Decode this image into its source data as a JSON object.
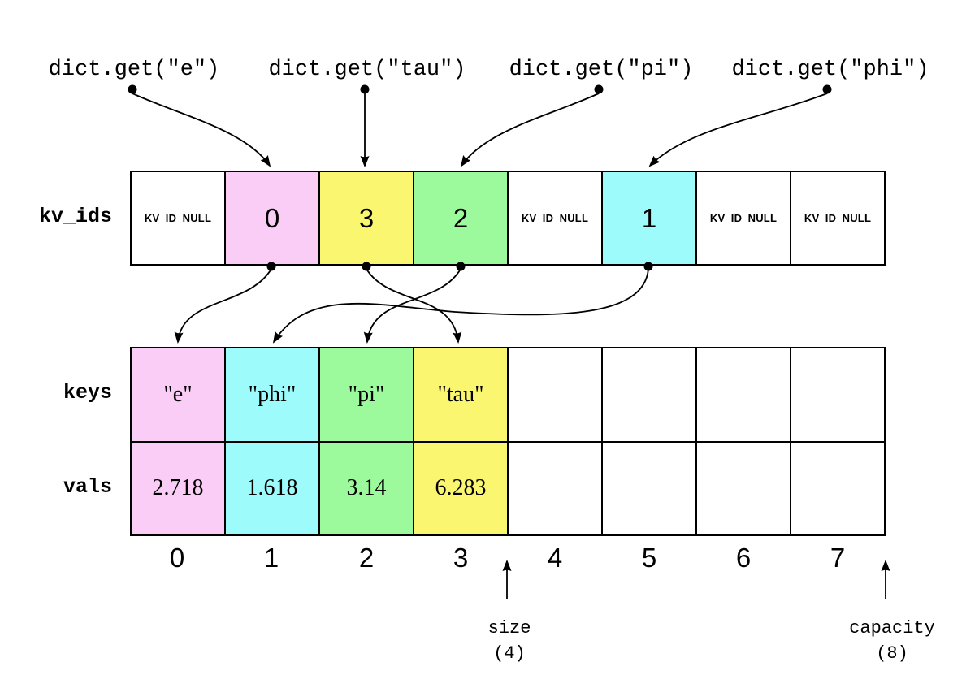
{
  "queries": [
    {
      "label": "dict.get(\"e\")"
    },
    {
      "label": "dict.get(\"tau\")"
    },
    {
      "label": "dict.get(\"pi\")"
    },
    {
      "label": "dict.get(\"phi\")"
    }
  ],
  "colors": {
    "pink": "#FACDF7",
    "yellow": "#FAF66F",
    "green": "#9CFA9C",
    "cyan": "#9EFBFB",
    "empty": "#FFFFFF"
  },
  "kv_ids_row": {
    "label": "kv_ids",
    "cells": [
      {
        "text": "KV_ID_NULL",
        "color": "#FFFFFF"
      },
      {
        "text": "0",
        "color": "#FACDF7"
      },
      {
        "text": "3",
        "color": "#FAF66F"
      },
      {
        "text": "2",
        "color": "#9CFA9C"
      },
      {
        "text": "KV_ID_NULL",
        "color": "#FFFFFF"
      },
      {
        "text": "1",
        "color": "#9EFBFB"
      },
      {
        "text": "KV_ID_NULL",
        "color": "#FFFFFF"
      },
      {
        "text": "KV_ID_NULL",
        "color": "#FFFFFF"
      }
    ]
  },
  "keys_row": {
    "label": "keys",
    "cells": [
      {
        "text": "\"e\"",
        "color": "#FACDF7"
      },
      {
        "text": "\"phi\"",
        "color": "#9EFBFB"
      },
      {
        "text": "\"pi\"",
        "color": "#9CFA9C"
      },
      {
        "text": "\"tau\"",
        "color": "#FAF66F"
      },
      {
        "text": "",
        "color": "#FFFFFF"
      },
      {
        "text": "",
        "color": "#FFFFFF"
      },
      {
        "text": "",
        "color": "#FFFFFF"
      },
      {
        "text": "",
        "color": "#FFFFFF"
      }
    ]
  },
  "vals_row": {
    "label": "vals",
    "cells": [
      {
        "text": "2.718",
        "color": "#FACDF7"
      },
      {
        "text": "1.618",
        "color": "#9EFBFB"
      },
      {
        "text": "3.14",
        "color": "#9CFA9C"
      },
      {
        "text": "6.283",
        "color": "#FAF66F"
      },
      {
        "text": "",
        "color": "#FFFFFF"
      },
      {
        "text": "",
        "color": "#FFFFFF"
      },
      {
        "text": "",
        "color": "#FFFFFF"
      },
      {
        "text": "",
        "color": "#FFFFFF"
      }
    ]
  },
  "indices": [
    "0",
    "1",
    "2",
    "3",
    "4",
    "5",
    "6",
    "7"
  ],
  "size_marker": {
    "label": "size",
    "value": "(4)"
  },
  "capacity_marker": {
    "label": "capacity",
    "value": "(8)"
  }
}
